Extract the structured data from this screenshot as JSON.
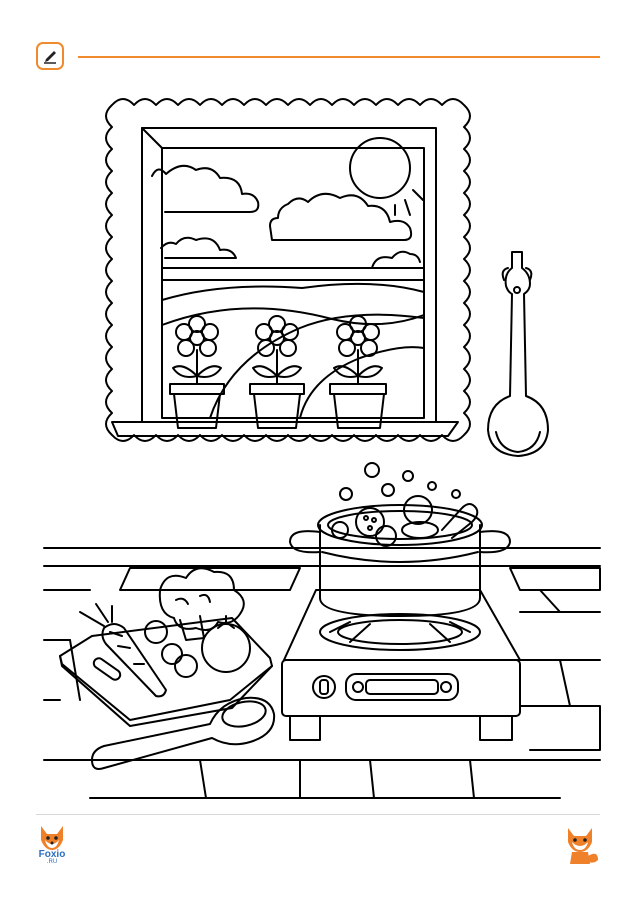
{
  "header": {
    "icon": "pencil-edit-icon",
    "accent_color": "#f08a2c"
  },
  "illustration": {
    "subject": "kitchen-coloring-page",
    "icons": [
      "window",
      "sun",
      "cloud",
      "flower-pot",
      "ladle",
      "cooking-pot",
      "stove",
      "cutting-board",
      "carrot",
      "broccoli",
      "tomato",
      "wooden-spoon"
    ]
  },
  "footer": {
    "logo_left": {
      "name": "Foxio",
      "suffix": ".RU",
      "brand_color": "#2d6fc0"
    },
    "logo_right_icon": "fox-mascot-icon"
  }
}
